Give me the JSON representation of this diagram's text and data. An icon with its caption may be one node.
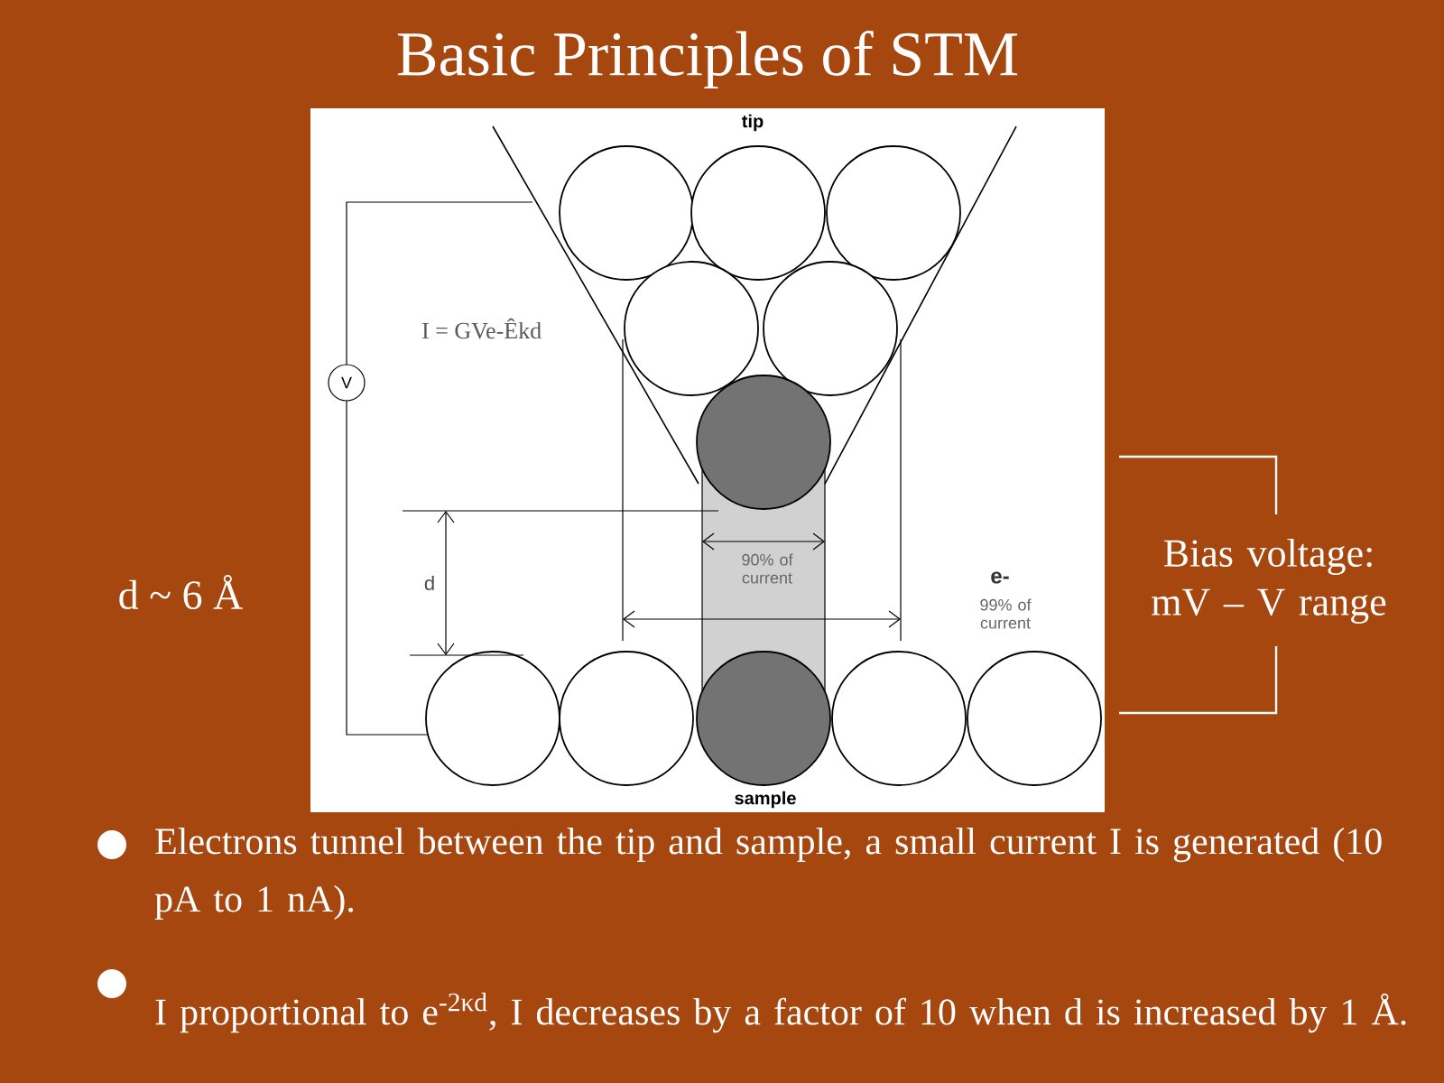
{
  "diagram": {
    "title": "Basic Principles of STM",
    "nodes": [
      {
        "text": [
          "V"
        ]
      }
    ],
    "edges": [],
    "labels": [
      "tip",
      "I = GVe-Êkd",
      "d",
      "90% of current",
      "e-",
      "99% of current",
      "sample",
      "d ~ 6 Å",
      "Bias voltage: mV – V range",
      "Electrons tunnel between the tip and sample, a small current I is generated (10 pA to 1 nA).",
      "I proportional to e$^{-2κd}$, I decreases by a factor of 10 when d is increased by 1 Å."
    ]
  }
}
